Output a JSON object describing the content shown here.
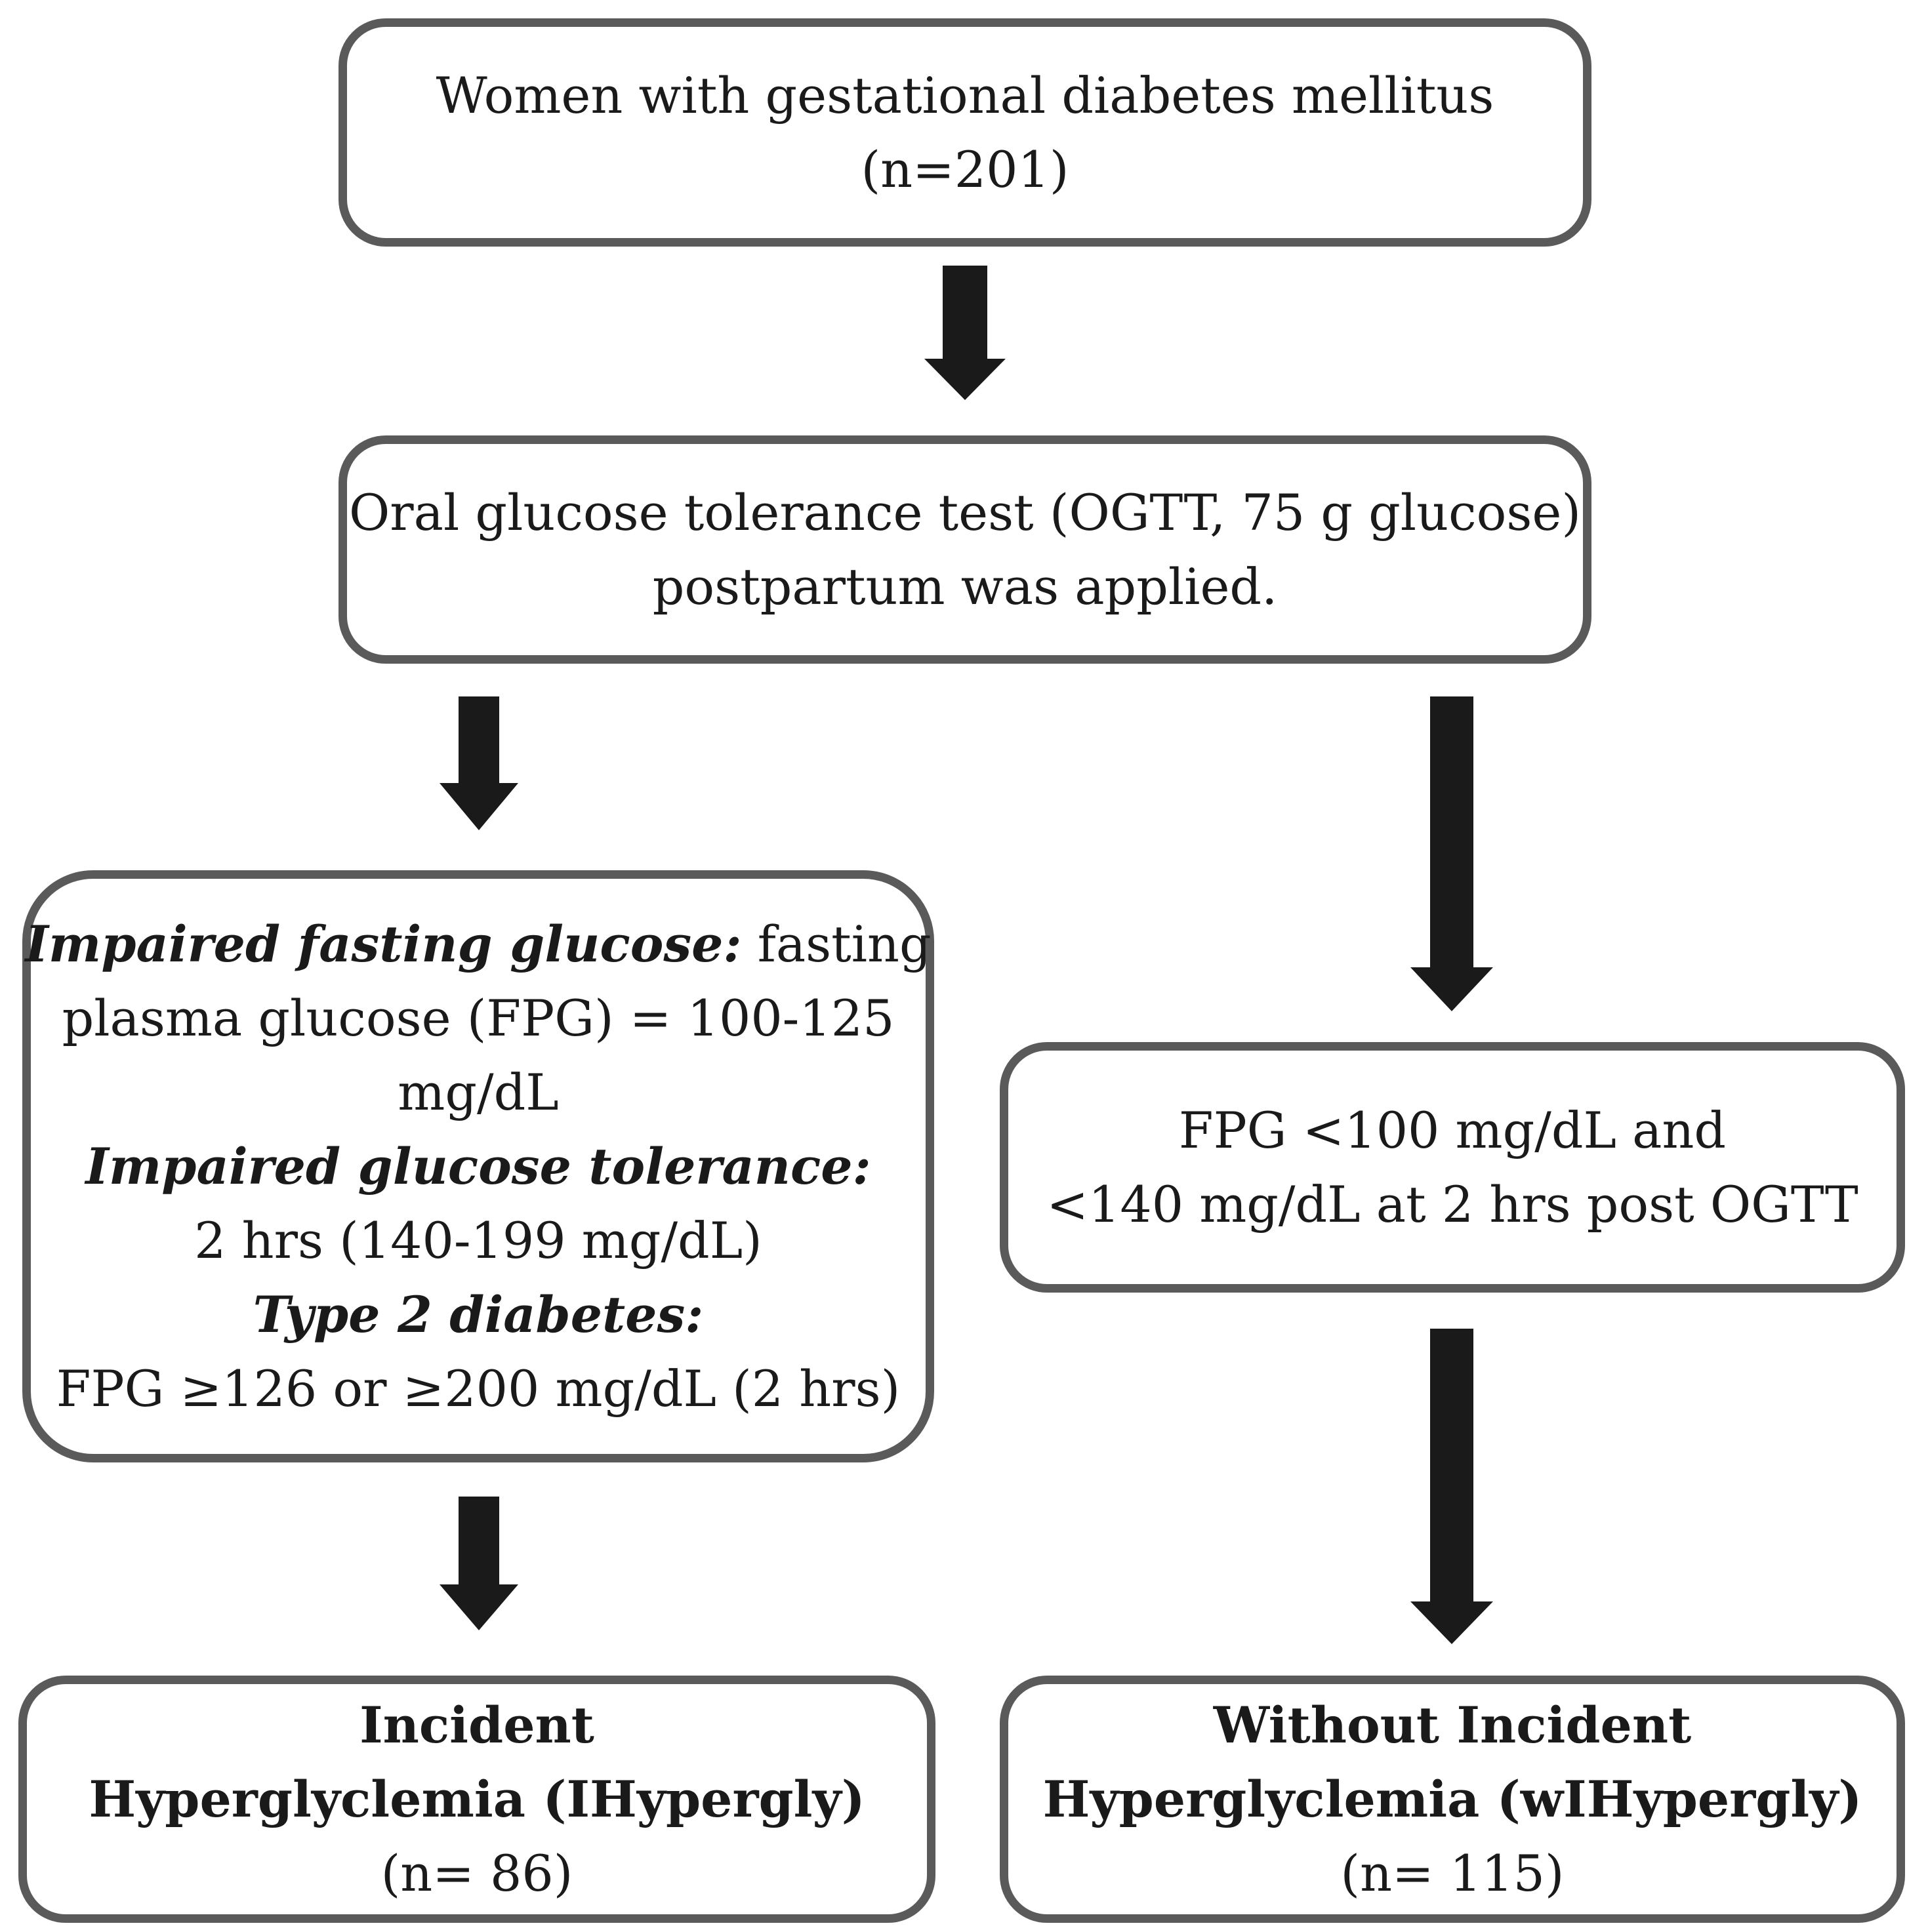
{
  "nodes": {
    "gdm": {
      "line1": "Women with gestational diabetes mellitus",
      "line2": "(n=201)"
    },
    "ogtt": {
      "line1": "Oral glucose tolerance test (OGTT, 75 g glucose)",
      "line2": "postpartum was applied."
    },
    "criteria": {
      "ifg_label": "Impaired fasting glucose:",
      "ifg_text_1": " fasting",
      "ifg_text_2": "plasma glucose (FPG) = 100-125",
      "ifg_text_3": "mg/dL",
      "igt_label": "Impaired glucose tolerance:",
      "igt_text": "2 hrs (140-199 mg/dL)",
      "t2d_label": "Type 2 diabetes:",
      "t2d_text": "FPG ≥126 or ≥200 mg/dL (2 hrs)"
    },
    "normal": {
      "line1": "FPG <100 mg/dL and",
      "line2": "<140 mg/dL at 2 hrs post OGTT"
    },
    "incident": {
      "line1": "Incident",
      "line2": "Hyperglyclemia (IHypergly)",
      "line3": "(n= 86)"
    },
    "without": {
      "line1": "Without Incident",
      "line2": "Hyperglyclemia (wIHypergly)",
      "line3": "(n= 115)"
    }
  },
  "colors": {
    "box_border": "#5a5a5a",
    "arrow": "#1a1a1a",
    "text": "#1a1a1a"
  }
}
